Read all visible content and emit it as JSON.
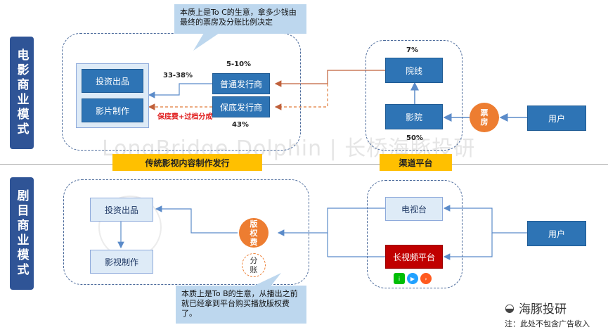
{
  "film": {
    "side_label": "电影商业模式",
    "callout": "本质上是To C的生意，拿多少钱由最终的票房及分账比例决定",
    "invest": "投资出品",
    "produce": "影片制作",
    "dist_normal": "普通发行商",
    "dist_guarantee": "保底发行商",
    "pct_5_10": "5-10%",
    "pct_33_38": "33-38%",
    "guarantee_note": "保底费+过档分成",
    "pct_43": "43%",
    "cinema_line": "院线",
    "cinema": "影院",
    "pct_7": "7%",
    "pct_50": "50%",
    "box_office": "票房",
    "user": "用户",
    "band_left": "传统影视内容制作发行",
    "band_right": "渠道平台"
  },
  "drama": {
    "side_label": "剧目商业模式",
    "invest": "投资出品",
    "produce": "影视制作",
    "rights_fee": "版权费",
    "split": "分账",
    "tv": "电视台",
    "long_video": "长视频平台",
    "user": "用户",
    "callout": "本质上是To B的生意，从播出之前就已经拿到平台购买播放版权费了。"
  },
  "watermark": "LongBridge Dolphin | 长桥海豚投研",
  "brand": "海豚投研",
  "footnote": "注：此处不包含广告收入",
  "colors": {
    "primary": "#2e74b5",
    "dark": "#2f5496",
    "orange": "#ed7d31",
    "band": "#ffc000",
    "red_box": "#c00000"
  }
}
